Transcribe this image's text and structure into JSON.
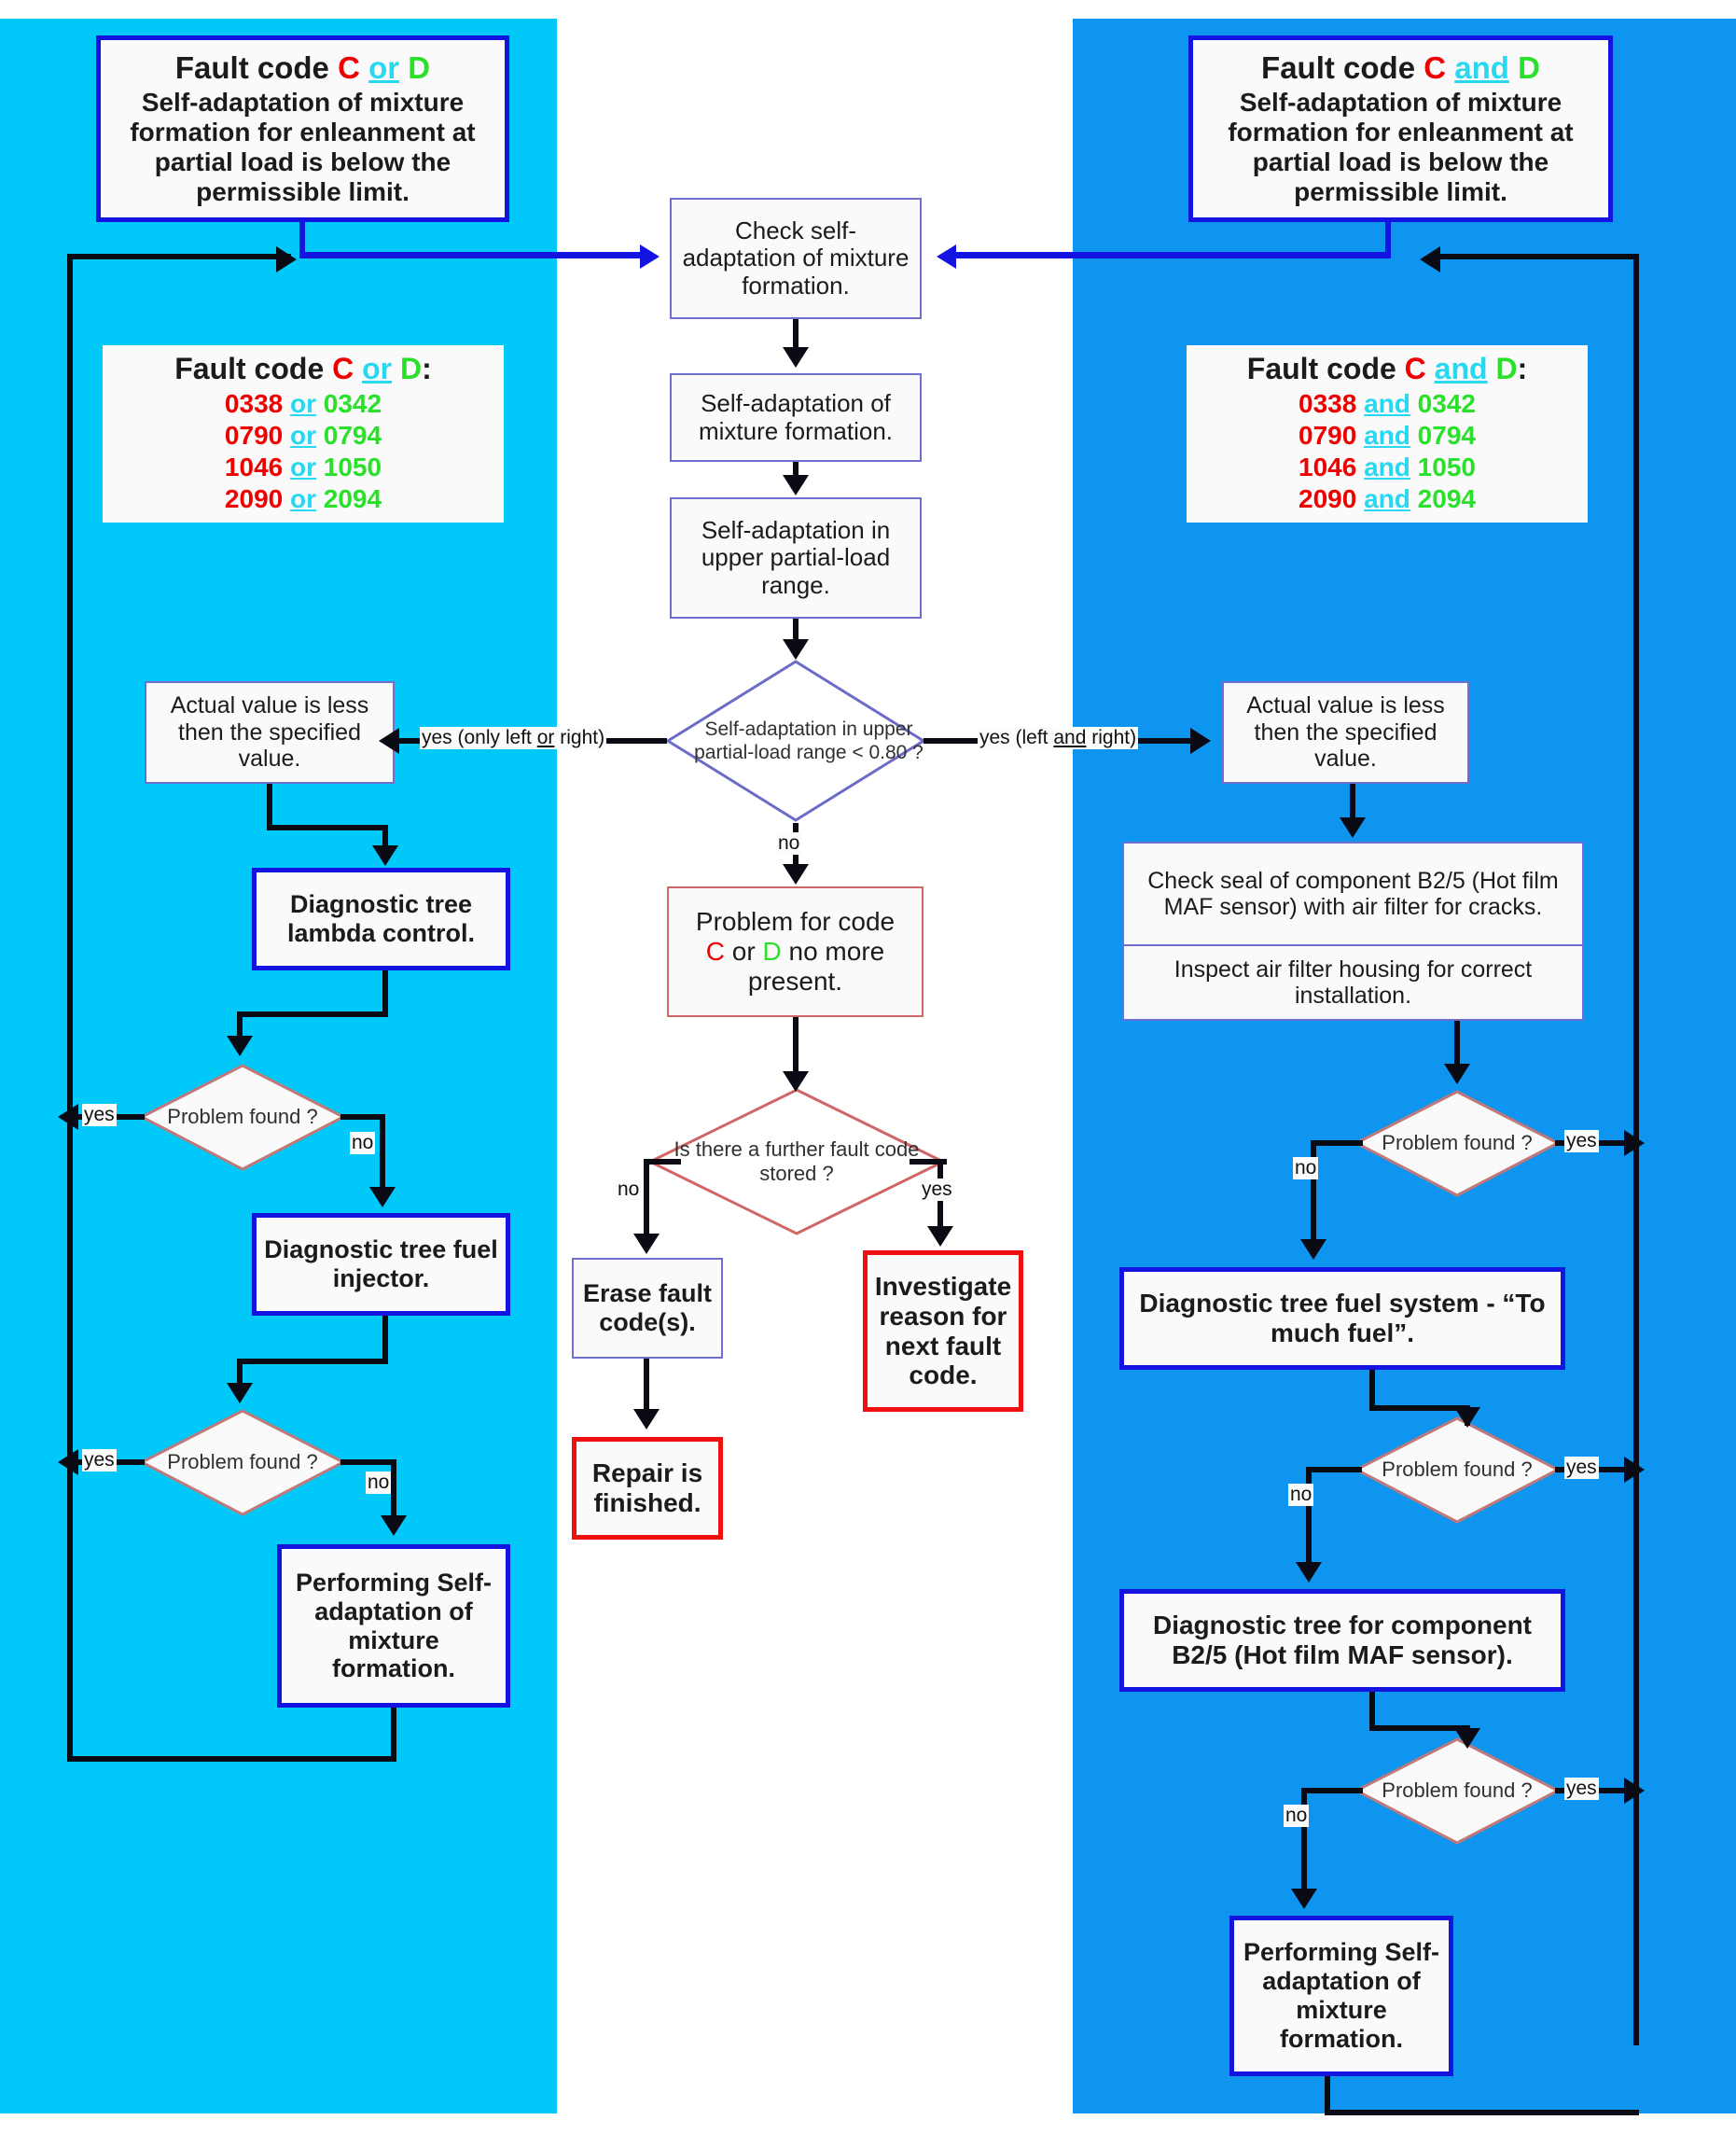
{
  "diagram": {
    "title": "Fault code C or D / C and D diagnostic flowchart",
    "colors": {
      "panel_left_bg": "#00c8f8",
      "panel_right_bg": "#0d95f0",
      "code_c": "#ee0000",
      "code_d": "#2ae02a",
      "conjunction": "#28d8f0",
      "border_blue": "#1414e0",
      "border_red": "#f01010",
      "text": "#1b1b1b"
    },
    "left_branch": {
      "header": {
        "title_prefix": "Fault code ",
        "title_c": "C",
        "title_conj": "or",
        "title_d": "D",
        "body": "Self-adaptation of mixture formation for enleanment at partial load is below the permissible limit."
      },
      "codes_box": {
        "title_prefix": "Fault code ",
        "title_c": "C",
        "title_conj": "or",
        "title_d": "D",
        "title_suffix": ":",
        "conjunction": "or",
        "rows": [
          {
            "c": "0338",
            "d": "0342"
          },
          {
            "c": "0790",
            "d": "0794"
          },
          {
            "c": "1046",
            "d": "1050"
          },
          {
            "c": "2090",
            "d": "2094"
          }
        ]
      },
      "actual_value": "Actual value is less then the specified value.",
      "lambda_tree": "Diagnostic tree lambda control.",
      "decision_1": "Problem found ?",
      "decision_1_yes": "yes",
      "decision_1_no": "no",
      "injector_tree": "Diagnostic tree fuel injector.",
      "decision_2": "Problem found ?",
      "decision_2_yes": "yes",
      "decision_2_no": "no",
      "performing": "Performing Self-adaptation of mixture formation."
    },
    "center_branch": {
      "check": "Check self-adaptation of mixture formation.",
      "self_adaptation": "Self-adaptation of mixture formation.",
      "upper_range": "Self-adaptation in upper partial-load range.",
      "decision": "Self-adaptation in upper partial-load range < 0.80 ?",
      "decision_yes_left": "yes (only left or right)",
      "decision_yes_left_parts": {
        "pre": "yes (only left ",
        "conj": "or",
        "post": " right)"
      },
      "decision_yes_right": "yes (left and right)",
      "decision_yes_right_parts": {
        "pre": "yes (left ",
        "conj": "and",
        "post": " right)"
      },
      "decision_no": "no",
      "problem_gone": {
        "line1": "Problem for code",
        "code_c": "C",
        "conj": "or",
        "code_d": "D",
        "line2_rest": "no more",
        "line3": "present."
      },
      "further_fault": "Is there a further fault code stored ?",
      "further_no": "no",
      "further_yes": "yes",
      "erase": "Erase fault code(s).",
      "repair": "Repair is finished.",
      "investigate": "Investigate reason for next fault code."
    },
    "right_branch": {
      "header": {
        "title_prefix": "Fault code ",
        "title_c": "C",
        "title_conj": "and",
        "title_d": "D",
        "body": "Self-adaptation of mixture formation for enleanment at partial load is below the permissible limit."
      },
      "codes_box": {
        "title_prefix": "Fault code ",
        "title_c": "C",
        "title_conj": "and",
        "title_d": "D",
        "title_suffix": ":",
        "conjunction": "and",
        "rows": [
          {
            "c": "0338",
            "d": "0342"
          },
          {
            "c": "0790",
            "d": "0794"
          },
          {
            "c": "1046",
            "d": "1050"
          },
          {
            "c": "2090",
            "d": "2094"
          }
        ]
      },
      "actual_value": "Actual value is less then the specified value.",
      "check_seal": "Check seal of component B2/5 (Hot film MAF sensor) with air filter for cracks.",
      "inspect_housing": "Inspect air filter housing for correct installation.",
      "decision_1": "Problem found ?",
      "decision_1_yes": "yes",
      "decision_1_no": "no",
      "fuel_system_tree": "Diagnostic tree fuel system - “To much fuel”.",
      "decision_2": "Problem found ?",
      "decision_2_yes": "yes",
      "decision_2_no": "no",
      "component_tree": "Diagnostic tree for component B2/5 (Hot film MAF sensor).",
      "decision_3": "Problem found ?",
      "decision_3_yes": "yes",
      "decision_3_no": "no",
      "performing": "Performing Self-adaptation of mixture formation."
    }
  }
}
